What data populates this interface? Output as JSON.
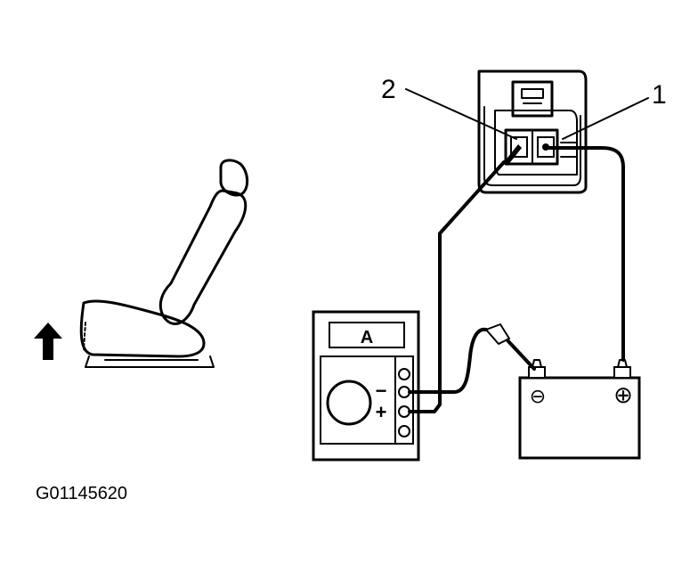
{
  "diagram": {
    "figure_code": "G01145620",
    "callouts": {
      "label_1": "1",
      "label_2": "2"
    },
    "meter": {
      "unit_label": "A",
      "minus_label": "−",
      "plus_label": "+"
    },
    "battery": {
      "negative_symbol": "⊖",
      "positive_symbol": "⊕"
    }
  }
}
